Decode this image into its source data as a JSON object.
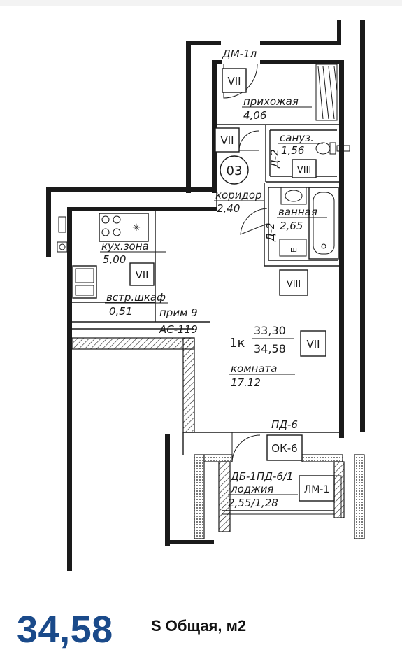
{
  "plan": {
    "elements": {
      "dm": "ДМ-1л",
      "vii_entry": "VII",
      "vii_corridor": "VII",
      "vii_kitchen": "VII",
      "vii_room": "VII",
      "viii_wc": "VIII",
      "viii_bath": "VIII",
      "unit_number": "03",
      "d2_upper": "Д-2",
      "d2_lower": "Д-2",
      "prim": "прим 9",
      "ac": "АС-119",
      "pd6": "ПД-6",
      "ok6": "ОК-6",
      "db": "ДБ-1ПД-6/1",
      "lm": "ЛМ-1",
      "bath_small": "ш"
    },
    "rooms": {
      "hall": {
        "name": "прихожая",
        "area": "4,06"
      },
      "wc": {
        "name": "сануз.",
        "area": "1,56"
      },
      "corridor": {
        "name": "коридор",
        "area": "2,40"
      },
      "bathroom": {
        "name": "ванная",
        "area": "2,65"
      },
      "kitchen": {
        "name": "кух.зона",
        "area": "5,00"
      },
      "wardrobe": {
        "name": "встр.шкаф",
        "area": "0,51"
      },
      "room": {
        "name": "комната",
        "area": "17.12"
      },
      "loggia": {
        "name": "лоджия",
        "area": "2,55/1,28"
      }
    },
    "apartment": {
      "type": "1к",
      "area_living": "33,30",
      "area_total": "34,58"
    }
  },
  "footer": {
    "area_value": "34,58",
    "area_label": "S Общая, м2",
    "accent_color": "#1a4a8a"
  }
}
